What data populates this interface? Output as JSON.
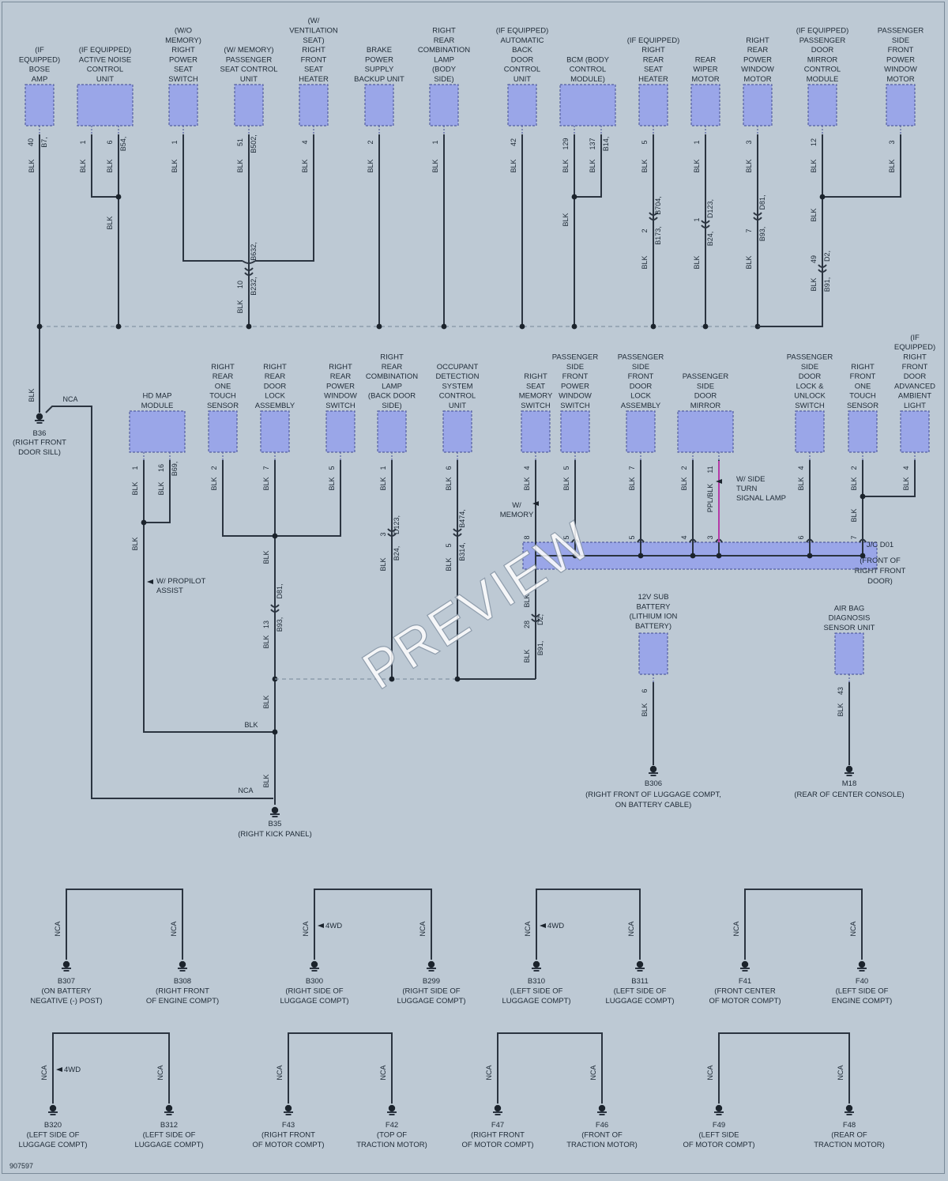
{
  "diagram_id": "907597",
  "watermark": "PREVIEW",
  "top_components": [
    {
      "id": "bose",
      "label": [
        "(IF",
        "EQUIPPED)",
        "BOSE",
        "AMP"
      ]
    },
    {
      "id": "anc",
      "label": [
        "(IF EQUIPPED)",
        "ACTIVE NOISE",
        "CONTROL",
        "UNIT"
      ]
    },
    {
      "id": "rpss",
      "label": [
        "(W/O",
        "MEMORY)",
        "RIGHT",
        "POWER",
        "SEAT",
        "SWITCH"
      ]
    },
    {
      "id": "pscu",
      "label": [
        "(W/ MEMORY)",
        "PASSENGER",
        "SEAT CONTROL",
        "UNIT"
      ]
    },
    {
      "id": "rfsh",
      "label": [
        "(W/",
        "VENTILATION",
        "SEAT)",
        "RIGHT",
        "FRONT",
        "SEAT",
        "HEATER"
      ]
    },
    {
      "id": "bpsb",
      "label": [
        "BRAKE",
        "POWER",
        "SUPPLY",
        "BACKUP UNIT"
      ]
    },
    {
      "id": "rrcl",
      "label": [
        "RIGHT",
        "REAR",
        "COMBINATION",
        "LAMP",
        "(BODY",
        "SIDE)"
      ]
    },
    {
      "id": "abdc",
      "label": [
        "(IF EQUIPPED)",
        "AUTOMATIC",
        "BACK",
        "DOOR",
        "CONTROL",
        "UNIT"
      ]
    },
    {
      "id": "bcm",
      "label": [
        "BCM (BODY",
        "CONTROL",
        "MODULE)"
      ]
    },
    {
      "id": "rrsh",
      "label": [
        "(IF EQUIPPED)",
        "RIGHT",
        "REAR",
        "SEAT",
        "HEATER"
      ]
    },
    {
      "id": "rwm",
      "label": [
        "REAR",
        "WIPER",
        "MOTOR"
      ]
    },
    {
      "id": "rrpwm",
      "label": [
        "RIGHT",
        "REAR",
        "POWER",
        "WINDOW",
        "MOTOR"
      ]
    },
    {
      "id": "psdm",
      "label": [
        "(IF EQUIPPED)",
        "PASSENGER",
        "DOOR",
        "MIRROR",
        "CONTROL",
        "MODULE"
      ]
    },
    {
      "id": "psfpwm",
      "label": [
        "PASSENGER",
        "SIDE",
        "FRONT",
        "POWER",
        "WINDOW",
        "MOTOR"
      ]
    }
  ],
  "mid_components": [
    {
      "id": "hdmap",
      "label": [
        "HD MAP",
        "MODULE"
      ]
    },
    {
      "id": "rrots",
      "label": [
        "RIGHT",
        "REAR",
        "ONE",
        "TOUCH",
        "SENSOR"
      ]
    },
    {
      "id": "rrdla",
      "label": [
        "RIGHT",
        "REAR",
        "DOOR",
        "LOCK",
        "ASSEMBLY"
      ]
    },
    {
      "id": "rrpws",
      "label": [
        "RIGHT",
        "REAR",
        "POWER",
        "WINDOW",
        "SWITCH"
      ]
    },
    {
      "id": "rrclb",
      "label": [
        "RIGHT",
        "REAR",
        "COMBINATION",
        "LAMP",
        "(BACK DOOR",
        "SIDE)"
      ]
    },
    {
      "id": "odsc",
      "label": [
        "OCCUPANT",
        "DETECTION",
        "SYSTEM",
        "CONTROL",
        "UNIT"
      ]
    },
    {
      "id": "rsms",
      "label": [
        "RIGHT",
        "SEAT",
        "MEMORY",
        "SWITCH"
      ]
    },
    {
      "id": "psfpws",
      "label": [
        "PASSENGER",
        "SIDE",
        "FRONT",
        "POWER",
        "WINDOW",
        "SWITCH"
      ]
    },
    {
      "id": "psfdla",
      "label": [
        "PASSENGER",
        "SIDE",
        "FRONT",
        "DOOR",
        "LOCK",
        "ASSEMBLY"
      ]
    },
    {
      "id": "psdmir",
      "label": [
        "PASSENGER",
        "SIDE",
        "DOOR",
        "MIRROR"
      ]
    },
    {
      "id": "psdlus",
      "label": [
        "PASSENGER",
        "SIDE",
        "DOOR",
        "LOCK &",
        "UNLOCK",
        "SWITCH"
      ]
    },
    {
      "id": "rfots",
      "label": [
        "RIGHT",
        "FRONT",
        "ONE",
        "TOUCH",
        "SENSOR"
      ]
    },
    {
      "id": "rfdaal",
      "label": [
        "(IF",
        "EQUIPPED)",
        "RIGHT",
        "FRONT",
        "DOOR",
        "ADVANCED",
        "AMBIENT",
        "LIGHT"
      ]
    }
  ],
  "lower_components": [
    {
      "id": "sub12v",
      "label": [
        "12V SUB",
        "BATTERY",
        "(LITHIUM ION",
        "BATTERY)"
      ]
    },
    {
      "id": "airbag",
      "label": [
        "AIR BAG",
        "DIAGNOSIS",
        "SENSOR UNIT"
      ]
    }
  ],
  "top_pins": {
    "bose": [
      "40",
      "B7,"
    ],
    "anc": [
      "1",
      "6",
      "B54,"
    ],
    "rpss": [
      "1"
    ],
    "pscu": [
      "51",
      "B502,"
    ],
    "rfsh": [
      "4"
    ],
    "bpsb": [
      "2"
    ],
    "rrcl": [
      "1"
    ],
    "abdc": [
      "42"
    ],
    "bcm": [
      "129",
      "137",
      "B14,"
    ],
    "rrsh": [
      "5"
    ],
    "rwm": [
      "1"
    ],
    "rrpwm": [
      "3"
    ],
    "psdm": [
      "12"
    ],
    "psfpwm": [
      "3"
    ]
  },
  "inline_connectors": {
    "b704": [
      "B704,",
      "2",
      "B173,"
    ],
    "d123a": [
      "1",
      "D123,",
      "B24,"
    ],
    "d81a": [
      "D81,",
      "7",
      "B93,"
    ],
    "d2a": [
      "49",
      "D2,",
      "B91,"
    ],
    "b632": [
      "B632,",
      "10",
      "B232,"
    ],
    "b69": [
      "1",
      "16",
      "B69,"
    ],
    "d81b": [
      "D81,",
      "13",
      "B93,"
    ],
    "d123b": [
      "3",
      "D123,",
      "B24,"
    ],
    "b474": [
      "6",
      "B474,",
      "5",
      "B314,"
    ],
    "d2b": [
      "28",
      "D2,",
      "B91,"
    ]
  },
  "mid_pins": {
    "rrots": "2",
    "rrdla": "7",
    "rrpws": "5",
    "rrclb": "1",
    "rsms": "4",
    "psfpws": "5",
    "psfdla": "7",
    "psdmir": [
      "2",
      "11"
    ],
    "psdlus": "4",
    "rfots": "2",
    "rfdaal": "4",
    "sub12v": "6",
    "airbag": "43"
  },
  "jc_pins": [
    "8",
    "5",
    "5",
    "4",
    "3",
    "6",
    "7"
  ],
  "jc_label": [
    "J/C D01",
    "(FRONT OF",
    "RIGHT FRONT",
    "DOOR)"
  ],
  "wire_colors": {
    "blk": "BLK",
    "nca": "NCA",
    "ppl": "PPL/BLK"
  },
  "notes": {
    "w_memory": [
      "W/",
      "MEMORY"
    ],
    "w_propilot": [
      "W/ PROPILOT",
      "ASSIST"
    ],
    "w_side_turn": [
      "W/ SIDE",
      "TURN",
      "SIGNAL LAMP"
    ],
    "fourwd": "4WD"
  },
  "grounds_main": [
    {
      "id": "b36",
      "label": [
        "B36",
        "(RIGHT FRONT",
        "DOOR SILL)"
      ]
    },
    {
      "id": "b35",
      "label": [
        "B35",
        "(RIGHT KICK PANEL)"
      ]
    },
    {
      "id": "b306",
      "label": [
        "B306",
        "(RIGHT FRONT OF LUGGAGE COMPT,",
        "ON BATTERY CABLE)"
      ]
    },
    {
      "id": "m18",
      "label": [
        "M18",
        "(REAR OF CENTER CONSOLE)"
      ]
    }
  ],
  "ground_pairs": [
    {
      "left": {
        "label": [
          "B307",
          "(ON BATTERY",
          "NEGATIVE (-) POST)"
        ]
      },
      "right": {
        "label": [
          "B308",
          "(RIGHT FRONT",
          "OF ENGINE COMPT)"
        ]
      },
      "note": ""
    },
    {
      "left": {
        "label": [
          "B300",
          "(RIGHT SIDE OF",
          "LUGGAGE COMPT)"
        ]
      },
      "right": {
        "label": [
          "B299",
          "(RIGHT SIDE OF",
          "LUGGAGE COMPT)"
        ]
      },
      "note": "4WD"
    },
    {
      "left": {
        "label": [
          "B310",
          "(LEFT SIDE OF",
          "LUGGAGE COMPT)"
        ]
      },
      "right": {
        "label": [
          "B311",
          "(LEFT SIDE OF",
          "LUGGAGE COMPT)"
        ]
      },
      "note": "4WD"
    },
    {
      "left": {
        "label": [
          "F41",
          "(FRONT CENTER",
          "OF MOTOR COMPT)"
        ]
      },
      "right": {
        "label": [
          "F40",
          "(LEFT SIDE OF",
          "ENGINE COMPT)"
        ]
      },
      "note": ""
    },
    {
      "left": {
        "label": [
          "B320",
          "(LEFT SIDE OF",
          "LUGGAGE COMPT)"
        ]
      },
      "right": {
        "label": [
          "B312",
          "(LEFT SIDE OF",
          "LUGGAGE COMPT)"
        ]
      },
      "note": "4WD"
    },
    {
      "left": {
        "label": [
          "F43",
          "(RIGHT FRONT",
          "OF MOTOR COMPT)"
        ]
      },
      "right": {
        "label": [
          "F42",
          "(TOP OF",
          "TRACTION MOTOR)"
        ]
      },
      "note": ""
    },
    {
      "left": {
        "label": [
          "F47",
          "(RIGHT FRONT",
          "OF MOTOR COMPT)"
        ]
      },
      "right": {
        "label": [
          "F46",
          "(FRONT OF",
          "TRACTION MOTOR)"
        ]
      },
      "note": ""
    },
    {
      "left": {
        "label": [
          "F49",
          "(LEFT SIDE",
          "OF MOTOR COMPT)"
        ]
      },
      "right": {
        "label": [
          "F48",
          "(REAR OF",
          "TRACTION MOTOR)"
        ]
      },
      "note": ""
    }
  ]
}
